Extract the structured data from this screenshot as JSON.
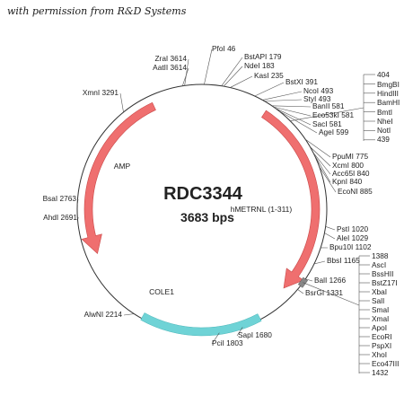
{
  "permission": "with permission from R&D Systems",
  "plasmid": {
    "name": "RDC3344",
    "size": "3683 bps"
  },
  "features": {
    "amp": "AMP",
    "cole1": "COLE1",
    "insert": "hMETRNL (1-311)"
  },
  "colors": {
    "arrow": "#ef6f6f",
    "cole1": "#6fd3d6",
    "backbone": "#333333"
  },
  "sites_right": [
    "PfoI 46",
    "BstAPI 179",
    "NdeI 183",
    "KasI 235",
    "BstXI 391",
    "NcoI 493",
    "StyI 493",
    "BanII 581",
    "Eco53kI 581",
    "SacI 581",
    "AgeI 599",
    "PpuMI 775",
    "XcmI 800",
    "Acc65I 840",
    "KpnI 840",
    "EcoNI 885",
    "PstI 1020",
    "AleI 1029",
    "Bpu10I 1102",
    "BbsI 1165",
    "BalI 1266",
    "BsrGI 1331",
    "SapI 1680",
    "PciI 1803"
  ],
  "sites_left": [
    "ZraI 3614",
    "AatII 3614",
    "XmnI 3291",
    "BsaI 2763",
    "AhdI 2691",
    "AlwNI 2214"
  ],
  "cluster_top": [
    "404",
    "BmgBI",
    "HindIII",
    "BamHI",
    "BmtI",
    "NheI",
    "NotI",
    "439"
  ],
  "cluster_bottom": [
    "1388",
    "AscI",
    "BssHII",
    "BstZ17I",
    "XbaI",
    "SalI",
    "SmaI",
    "XmaI",
    "ApoI",
    "EcoRI",
    "PspXI",
    "XhoI",
    "Eco47III",
    "1432"
  ]
}
